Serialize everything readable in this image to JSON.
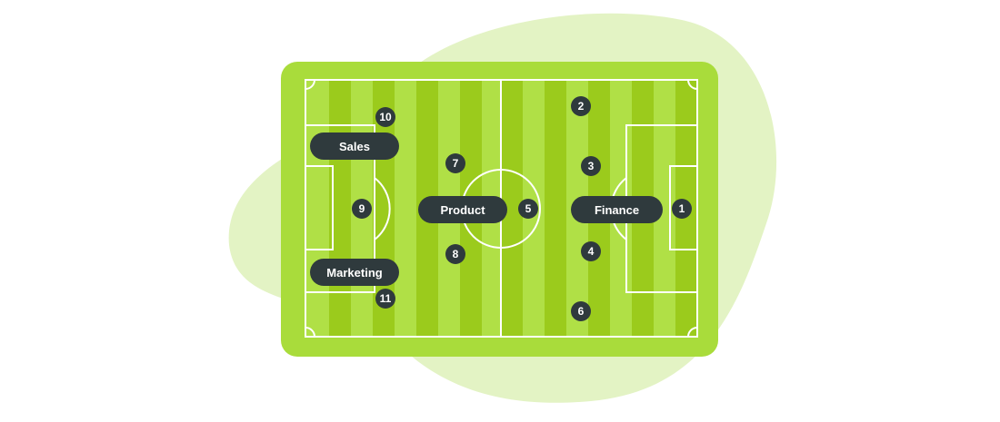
{
  "colors": {
    "blob": "#e3f3c4",
    "pitch_border": "#a9dc3b",
    "stripe_light": "#b0e046",
    "stripe_dark": "#9bcb1c",
    "lines": "#ffffff",
    "label_bg": "#2f3a3d",
    "label_text": "#ffffff"
  },
  "labels": {
    "sales": "Sales",
    "marketing": "Marketing",
    "product": "Product",
    "finance": "Finance"
  },
  "players": {
    "p1": "1",
    "p2": "2",
    "p3": "3",
    "p4": "4",
    "p5": "5",
    "p6": "6",
    "p7": "7",
    "p8": "8",
    "p9": "9",
    "p10": "10",
    "p11": "11"
  }
}
